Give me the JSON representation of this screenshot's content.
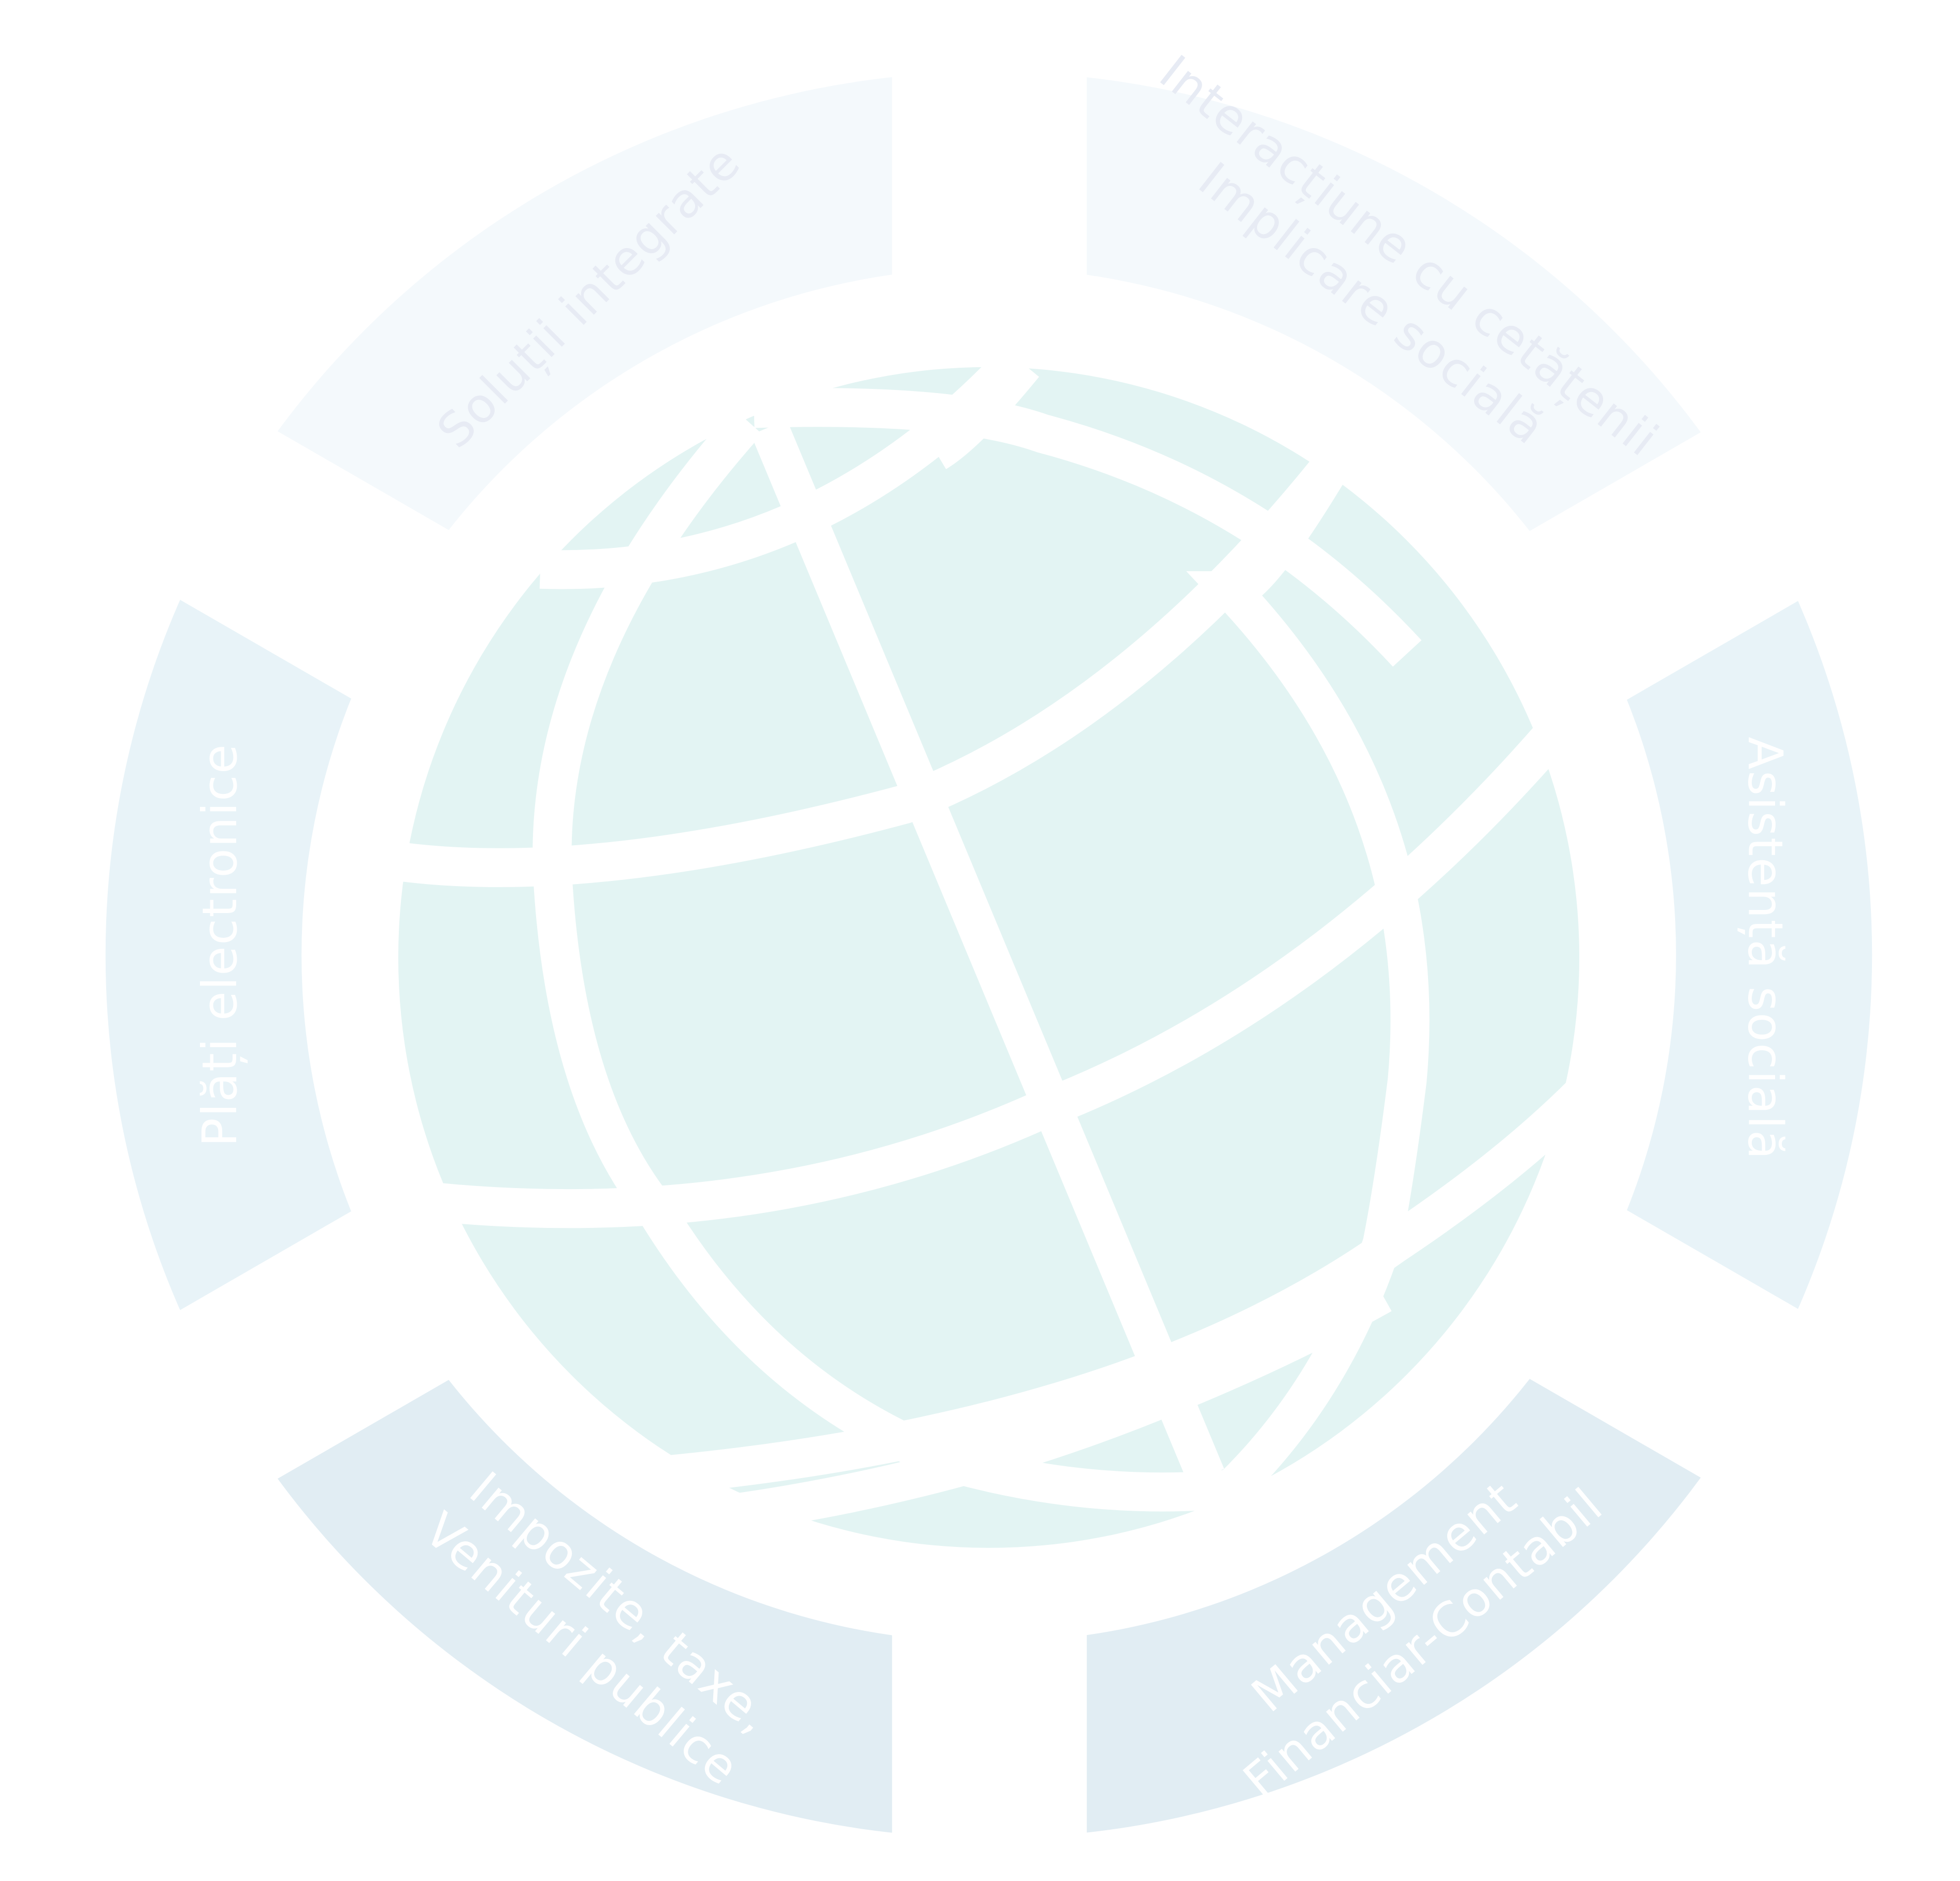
{
  "diagram": {
    "center_icon": "globe-icon",
    "segments": [
      {
        "id": "top-left",
        "lines": [
          "Soluții integrate"
        ],
        "color": "#f4f9fc",
        "text_color": "#e7ebf4"
      },
      {
        "id": "top-right",
        "lines": [
          "Interacțiune cu cetățenii",
          "Implicare socială"
        ],
        "color": "#f4f9fc",
        "text_color": "#e7ebf4"
      },
      {
        "id": "left",
        "lines": [
          "Plăți electronice"
        ],
        "color": "#e8f3f8",
        "text_color": "#ffffff"
      },
      {
        "id": "right",
        "lines": [
          "Asistență socială"
        ],
        "color": "#e8f3f8",
        "text_color": "#ffffff"
      },
      {
        "id": "bottom-left",
        "lines": [
          "Impozite, taxe,",
          "Venituri publice"
        ],
        "color": "#e1edf3",
        "text_color": "#ffffff"
      },
      {
        "id": "bottom-right",
        "lines": [
          "Management",
          "Financiar-Contabil"
        ],
        "color": "#e1edf3",
        "text_color": "#ffffff"
      }
    ],
    "globe_color": "#e3f4f3"
  }
}
